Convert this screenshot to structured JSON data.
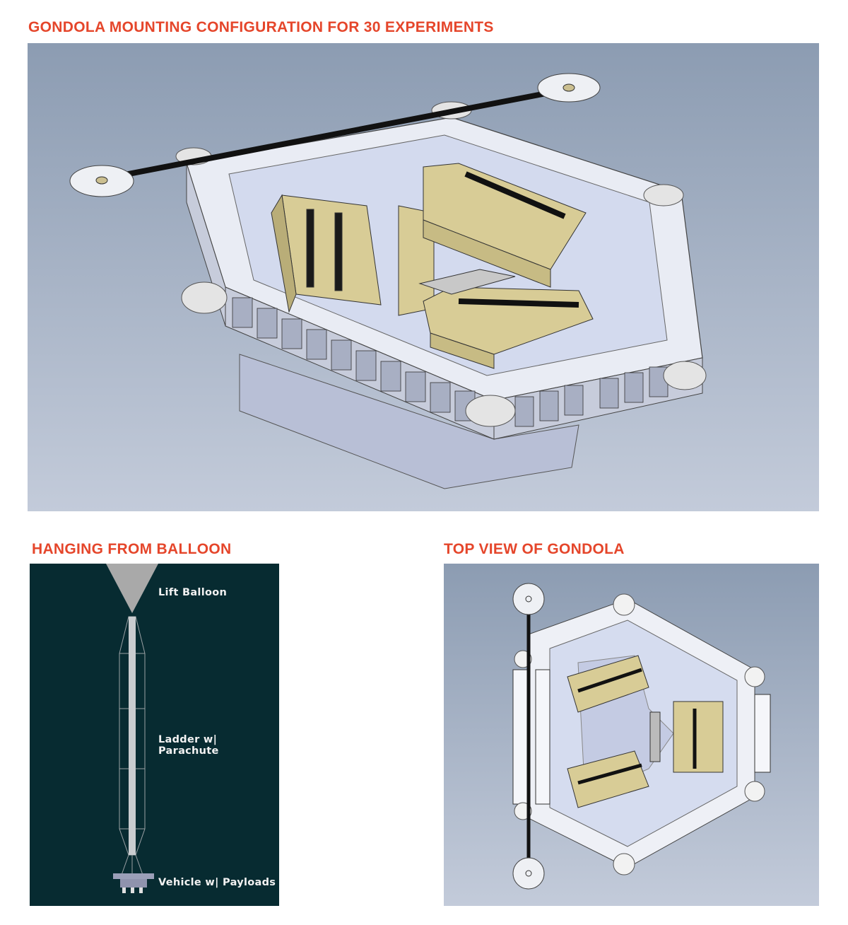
{
  "main": {
    "title": "GONDOLA MOUNTING CONFIGURATION FOR 30 EXPERIMENTS"
  },
  "hanging": {
    "title": "HANGING FROM BALLOON",
    "labels": {
      "balloon": "Lift Balloon",
      "ladder": "Ladder w| Parachute",
      "vehicle": "Vehicle w| Payloads"
    }
  },
  "top_view": {
    "title": "TOP VIEW OF GONDOLA"
  },
  "colors": {
    "heading": "#e5462b",
    "panel_dark": "#072b31",
    "payload_box": "#d8cc96",
    "render_bg_top": "#8c9cb2",
    "render_bg_bottom": "#c3cbda"
  }
}
